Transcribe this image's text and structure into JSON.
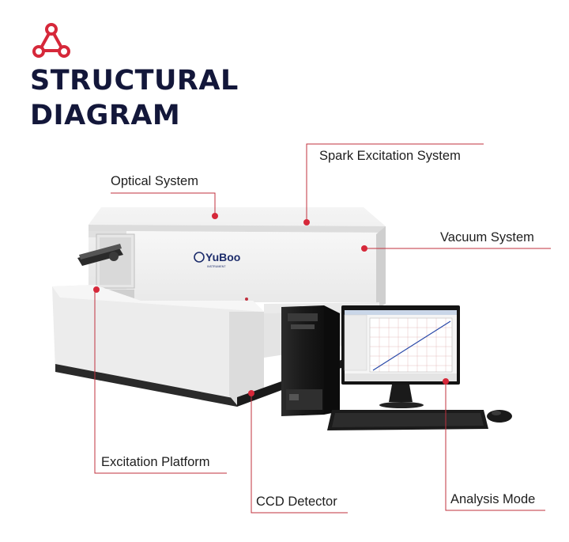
{
  "header": {
    "logo_icon": "network-triangle-icon",
    "title_line1": "STRUCTURAL",
    "title_line2": "DIAGRAM"
  },
  "brand": {
    "name": "YuBoo",
    "tagline": "INSTRUMENT"
  },
  "labels": {
    "optical_system": "Optical System",
    "spark_excitation_system": "Spark Excitation System",
    "vacuum_system": "Vacuum System",
    "excitation_platform": "Excitation Platform",
    "ccd_detector": "CCD Detector",
    "analysis_mode": "Analysis Mode"
  },
  "colors": {
    "accent": "#d6283a",
    "title": "#13173a",
    "leader_line": "#c0303e"
  }
}
